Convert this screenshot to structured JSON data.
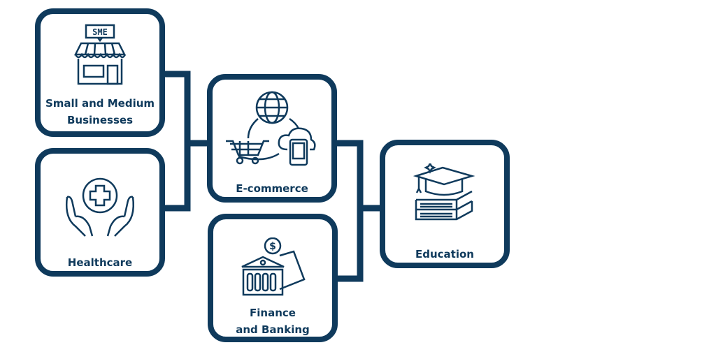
{
  "colors": {
    "primary": "#0f3a5c",
    "background": "#ffffff"
  },
  "nodes": {
    "sme": {
      "label_line1": "Small and Medium",
      "label_line2": "Businesses",
      "icon": "sme-storefront-icon",
      "sign_text": "SME"
    },
    "healthcare": {
      "label": "Healthcare",
      "icon": "hands-medical-cross-icon"
    },
    "ecommerce": {
      "label": "E-commerce",
      "icon": "globe-cart-cloud-phone-icon"
    },
    "finance": {
      "label_line1": "Finance",
      "label_line2": "and Banking",
      "icon": "bank-money-icon"
    },
    "education": {
      "label": "Education",
      "icon": "graduation-cap-books-icon"
    }
  }
}
